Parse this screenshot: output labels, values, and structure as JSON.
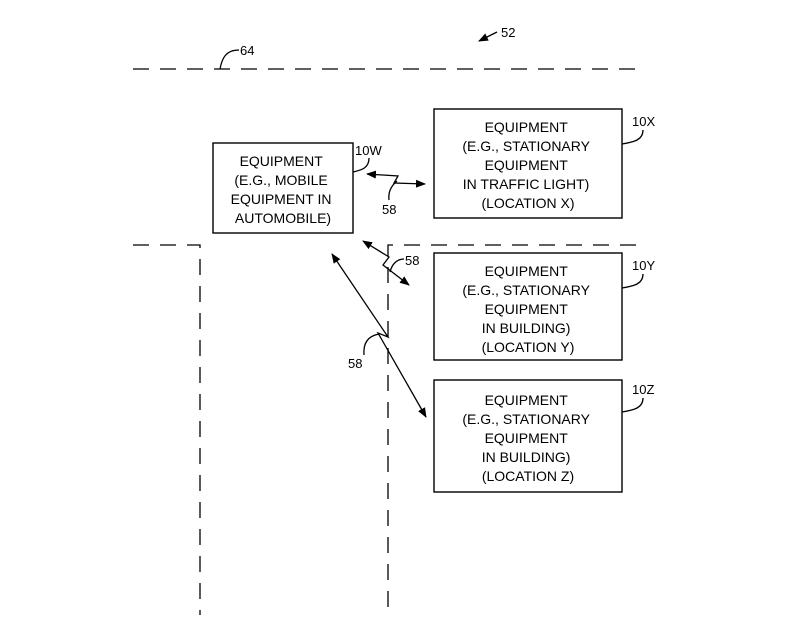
{
  "figure": {
    "ref_system": "52",
    "ref_region": "64",
    "ref_link": "58",
    "boxes": [
      {
        "ref": "10W",
        "lines": [
          "EQUIPMENT",
          "(E.G., MOBILE",
          "EQUIPMENT IN",
          "AUTOMOBILE)"
        ]
      },
      {
        "ref": "10X",
        "lines": [
          "EQUIPMENT",
          "(E.G., STATIONARY",
          "EQUIPMENT",
          "IN TRAFFIC LIGHT)",
          "(LOCATION X)"
        ]
      },
      {
        "ref": "10Y",
        "lines": [
          "EQUIPMENT",
          "(E.G., STATIONARY",
          "EQUIPMENT",
          "IN BUILDING)",
          "(LOCATION Y)"
        ]
      },
      {
        "ref": "10Z",
        "lines": [
          "EQUIPMENT",
          "(E.G., STATIONARY",
          "EQUIPMENT",
          "IN BUILDING)",
          "(LOCATION Z)"
        ]
      }
    ]
  }
}
